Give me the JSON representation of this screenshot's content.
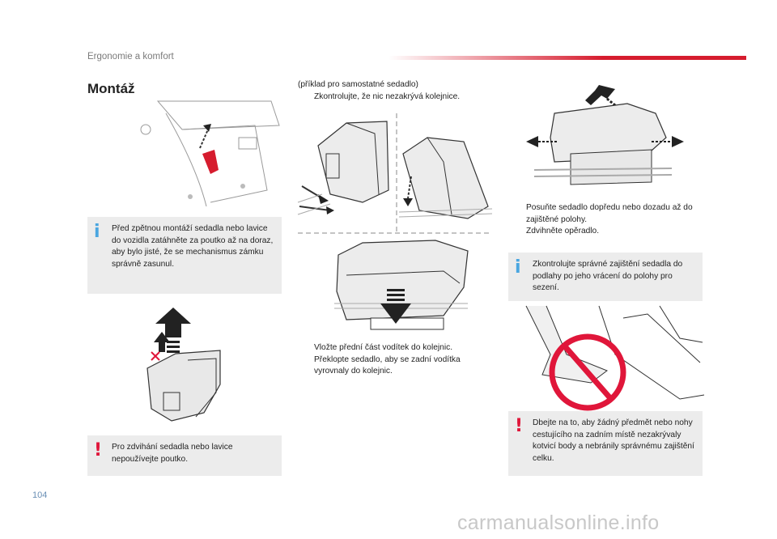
{
  "header": {
    "section": "Ergonomie a komfort"
  },
  "title": "Montáž",
  "col2": {
    "intro": "(příklad pro samostatné sedadlo)",
    "check": "Zkontrolujte, že nic nezakrývá kolejnice.",
    "steps": [
      "Vložte přední část vodítek do kolejnic.",
      "Překlopte sedadlo, aby se zadní vodítka vyrovnaly do kolejnic."
    ]
  },
  "col3": {
    "steps": [
      "Posuňte sedadlo dopředu nebo dozadu až do zajištěné polohy.",
      "Zdvihněte opěradlo."
    ]
  },
  "info_boxes": [
    {
      "icon": "info-icon",
      "text": "Před zpětnou montáží sedadla nebo lavice do vozidla zatáhněte za poutko až na doraz, aby bylo jisté, že se mechanismus zámku správně zasunul."
    },
    {
      "icon": "info-icon",
      "text": "Zkontrolujte správné zajištění sedadla do podlahy po jeho vrácení do polohy pro sezení."
    }
  ],
  "warning_boxes": [
    {
      "icon": "warning-icon",
      "text": "Pro zdvihání sedadla nebo lavice nepoužívejte poutko."
    },
    {
      "icon": "warning-icon",
      "text": "Dbejte na to, aby žádný předmět nebo nohy cestujícího na zadním místě nezakrývaly kotvicí body a nebránily správnému zajištění celku."
    }
  ],
  "bullet_symbol": "",
  "info_symbol": "i",
  "warn_symbol": "!",
  "page_number": "104",
  "watermark": "carmanualsonline.info",
  "colors": {
    "accent_red": "#d61c2e",
    "info_blue": "#4aa6e0",
    "warning_red": "#e0163a",
    "box_gray": "#ececec"
  }
}
